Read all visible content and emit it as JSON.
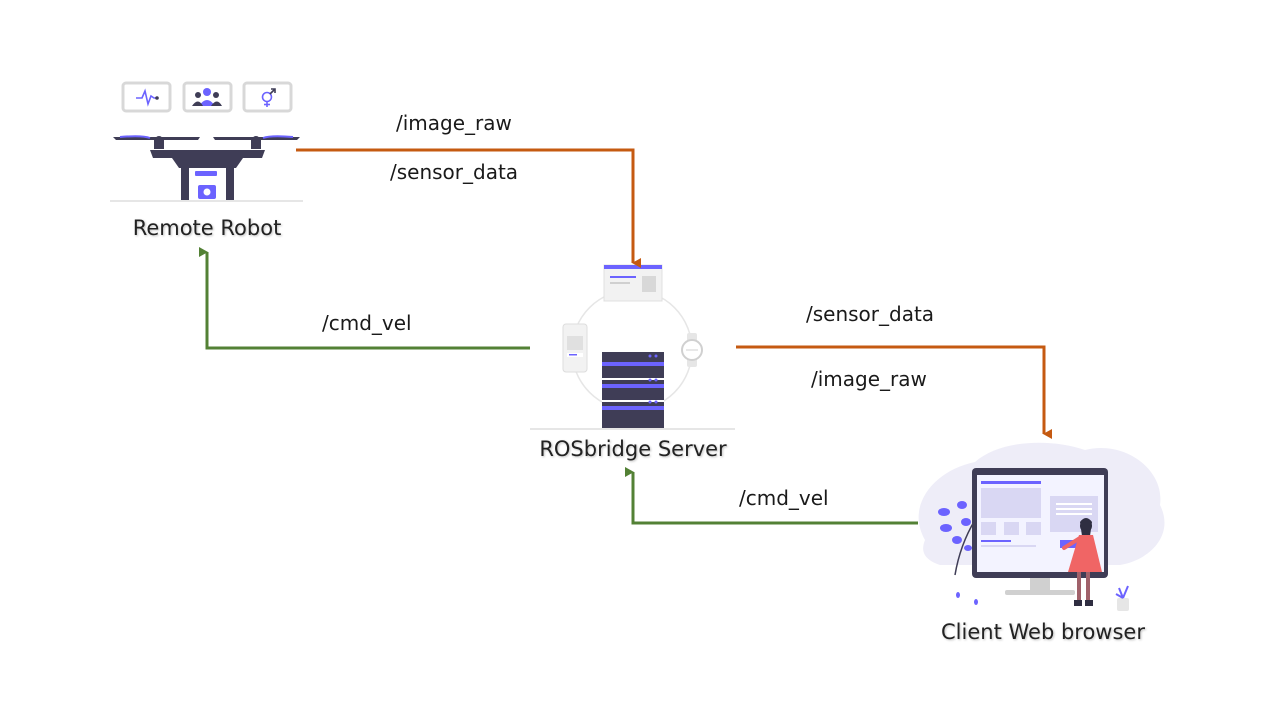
{
  "nodes": {
    "robot": {
      "label": "Remote Robot"
    },
    "server": {
      "label": "ROSbridge Server"
    },
    "client": {
      "label": "Client Web browser"
    }
  },
  "edges": {
    "robot_to_server": {
      "labels": [
        "/image_raw",
        "/sensor_data"
      ],
      "color": "#c55a11"
    },
    "server_to_robot": {
      "labels": [
        "/cmd_vel"
      ],
      "color": "#538135"
    },
    "server_to_client": {
      "labels": [
        "/sensor_data",
        "/image_raw"
      ],
      "color": "#c55a11"
    },
    "client_to_server": {
      "labels": [
        "/cmd_vel"
      ],
      "color": "#538135"
    }
  },
  "colors": {
    "accent": "#6c63ff",
    "dark": "#3f3d56",
    "figure": "#f06565"
  },
  "icons": [
    "heartbeat-icon",
    "users-icon",
    "gender-icon",
    "drone-icon",
    "server-rack-icon",
    "monitor-icon",
    "person-icon"
  ]
}
